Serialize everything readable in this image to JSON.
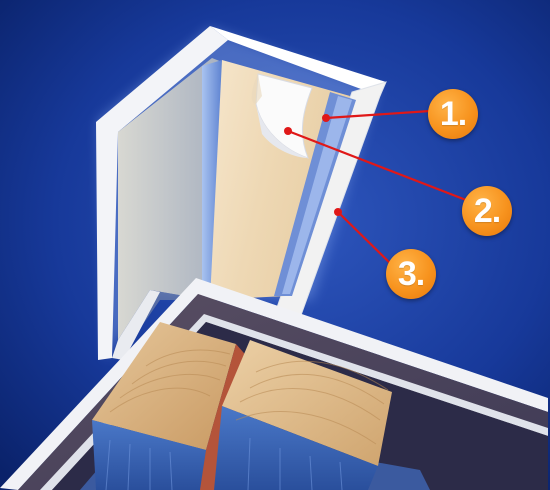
{
  "figure": {
    "background_color": "#0d2f86",
    "accent_color": "#f7931e",
    "leader_line_color": "#e01818",
    "callouts": [
      {
        "label": "1."
      },
      {
        "label": "2."
      },
      {
        "label": "3."
      }
    ]
  }
}
